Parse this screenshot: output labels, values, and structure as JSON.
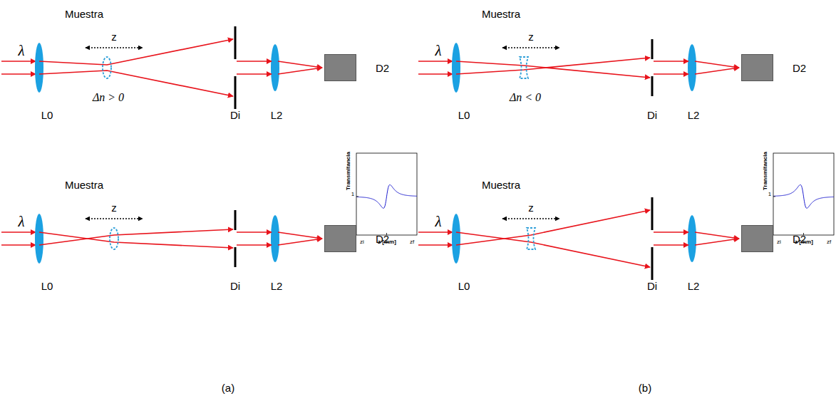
{
  "diagram": {
    "nodes": [
      {
        "text": [
          "D2"
        ]
      },
      {
        "text": [
          "D2"
        ]
      },
      {
        "text": [
          "D2"
        ]
      },
      {
        "text": [
          "D2"
        ]
      }
    ],
    "labels": [
      "Muestra",
      "λ",
      "z",
      "Δn > 0",
      "L0",
      "Di",
      "L2",
      "Muestra",
      "λ",
      "z",
      "L0",
      "Di",
      "L2",
      "Transmitancia",
      "1",
      "zi",
      "z [mm]",
      "zf",
      "(a)",
      "Muestra",
      "λ",
      "z",
      "Δn < 0",
      "L0",
      "Di",
      "L2",
      "Muestra",
      "λ",
      "z",
      "L0",
      "Di",
      "L2",
      "Transmitancia",
      "1",
      "zi",
      "z [mm]",
      "zf",
      "(b)"
    ]
  }
}
